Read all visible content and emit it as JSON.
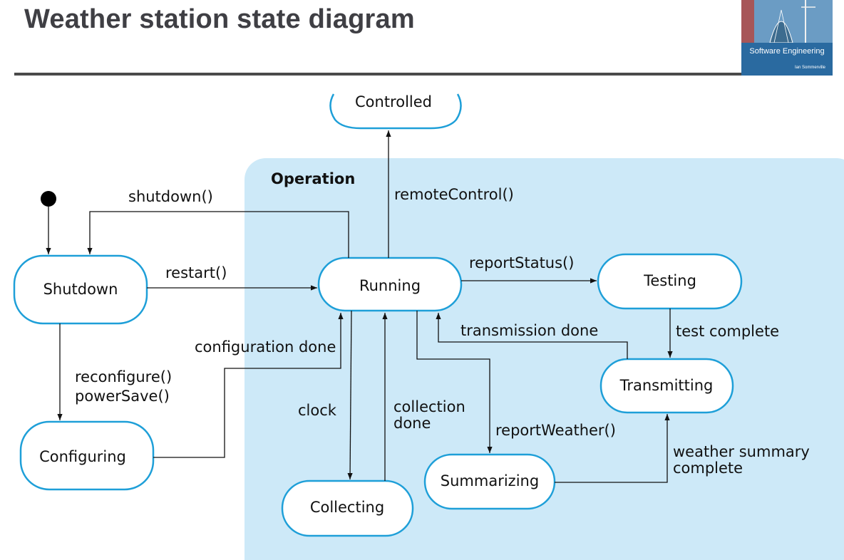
{
  "slide": {
    "title": "Weather station state diagram"
  },
  "book": {
    "title": "Software Engineering",
    "author": "Ian Sommerville"
  },
  "superstate": {
    "label": "Operation"
  },
  "states": {
    "controlled": "Controlled",
    "shutdown": "Shutdown",
    "running": "Running",
    "testing": "Testing",
    "transmitting": "Transmitting",
    "configuring": "Configuring",
    "summarizing": "Summarizing",
    "collecting": "Collecting"
  },
  "transitions": {
    "shutdown": "shutdown()",
    "restart": "restart()",
    "remote_control": "remoteControl()",
    "report_status": "reportStatus()",
    "transmission_done": "transmission done",
    "test_complete": "test complete",
    "configuration_done": "configuration done",
    "reconfigure": "reconfigure()",
    "power_save": "powerSave()",
    "clock": "clock",
    "collection_done_1": "collection",
    "collection_done_2": "done",
    "report_weather": "reportWeather()",
    "weather_summary_1": "weather summary",
    "weather_summary_2": "complete"
  },
  "colors": {
    "superstate_fill": "#cde9f8",
    "state_border": "#1e9fd8",
    "title_text": "#3f3f44"
  }
}
